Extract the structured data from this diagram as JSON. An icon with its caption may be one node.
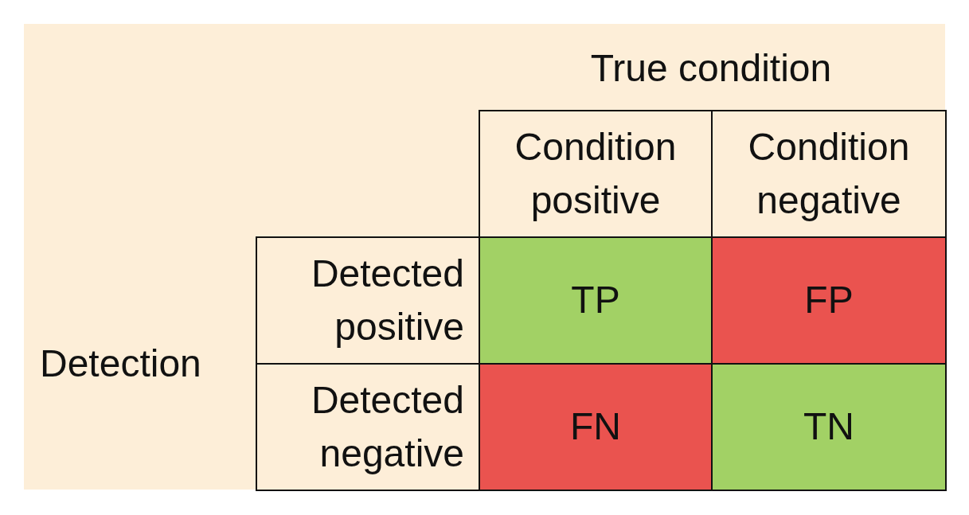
{
  "diagram": {
    "nodes": [
      {
        "text": [
          "Condition positive"
        ]
      },
      {
        "text": [
          "Condition negative"
        ]
      },
      {
        "text": [
          "Detected positive"
        ]
      },
      {
        "text": [
          "Detected negative"
        ]
      },
      {
        "text": [
          "TP"
        ]
      },
      {
        "text": [
          "FP"
        ]
      },
      {
        "text": [
          "FN"
        ]
      },
      {
        "text": [
          "TN"
        ]
      }
    ],
    "edges": [],
    "labels": [
      "True condition",
      "Detection"
    ]
  }
}
